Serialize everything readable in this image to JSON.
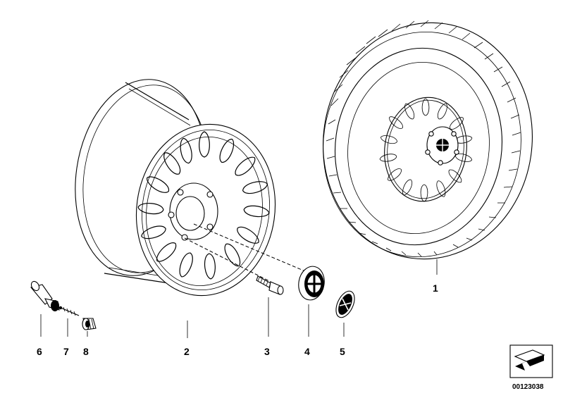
{
  "diagram": {
    "parts": [
      {
        "number": "1"
      },
      {
        "number": "2"
      },
      {
        "number": "3"
      },
      {
        "number": "4"
      },
      {
        "number": "5"
      },
      {
        "number": "6"
      },
      {
        "number": "7"
      },
      {
        "number": "8"
      }
    ],
    "drawing_code": "00123038"
  }
}
